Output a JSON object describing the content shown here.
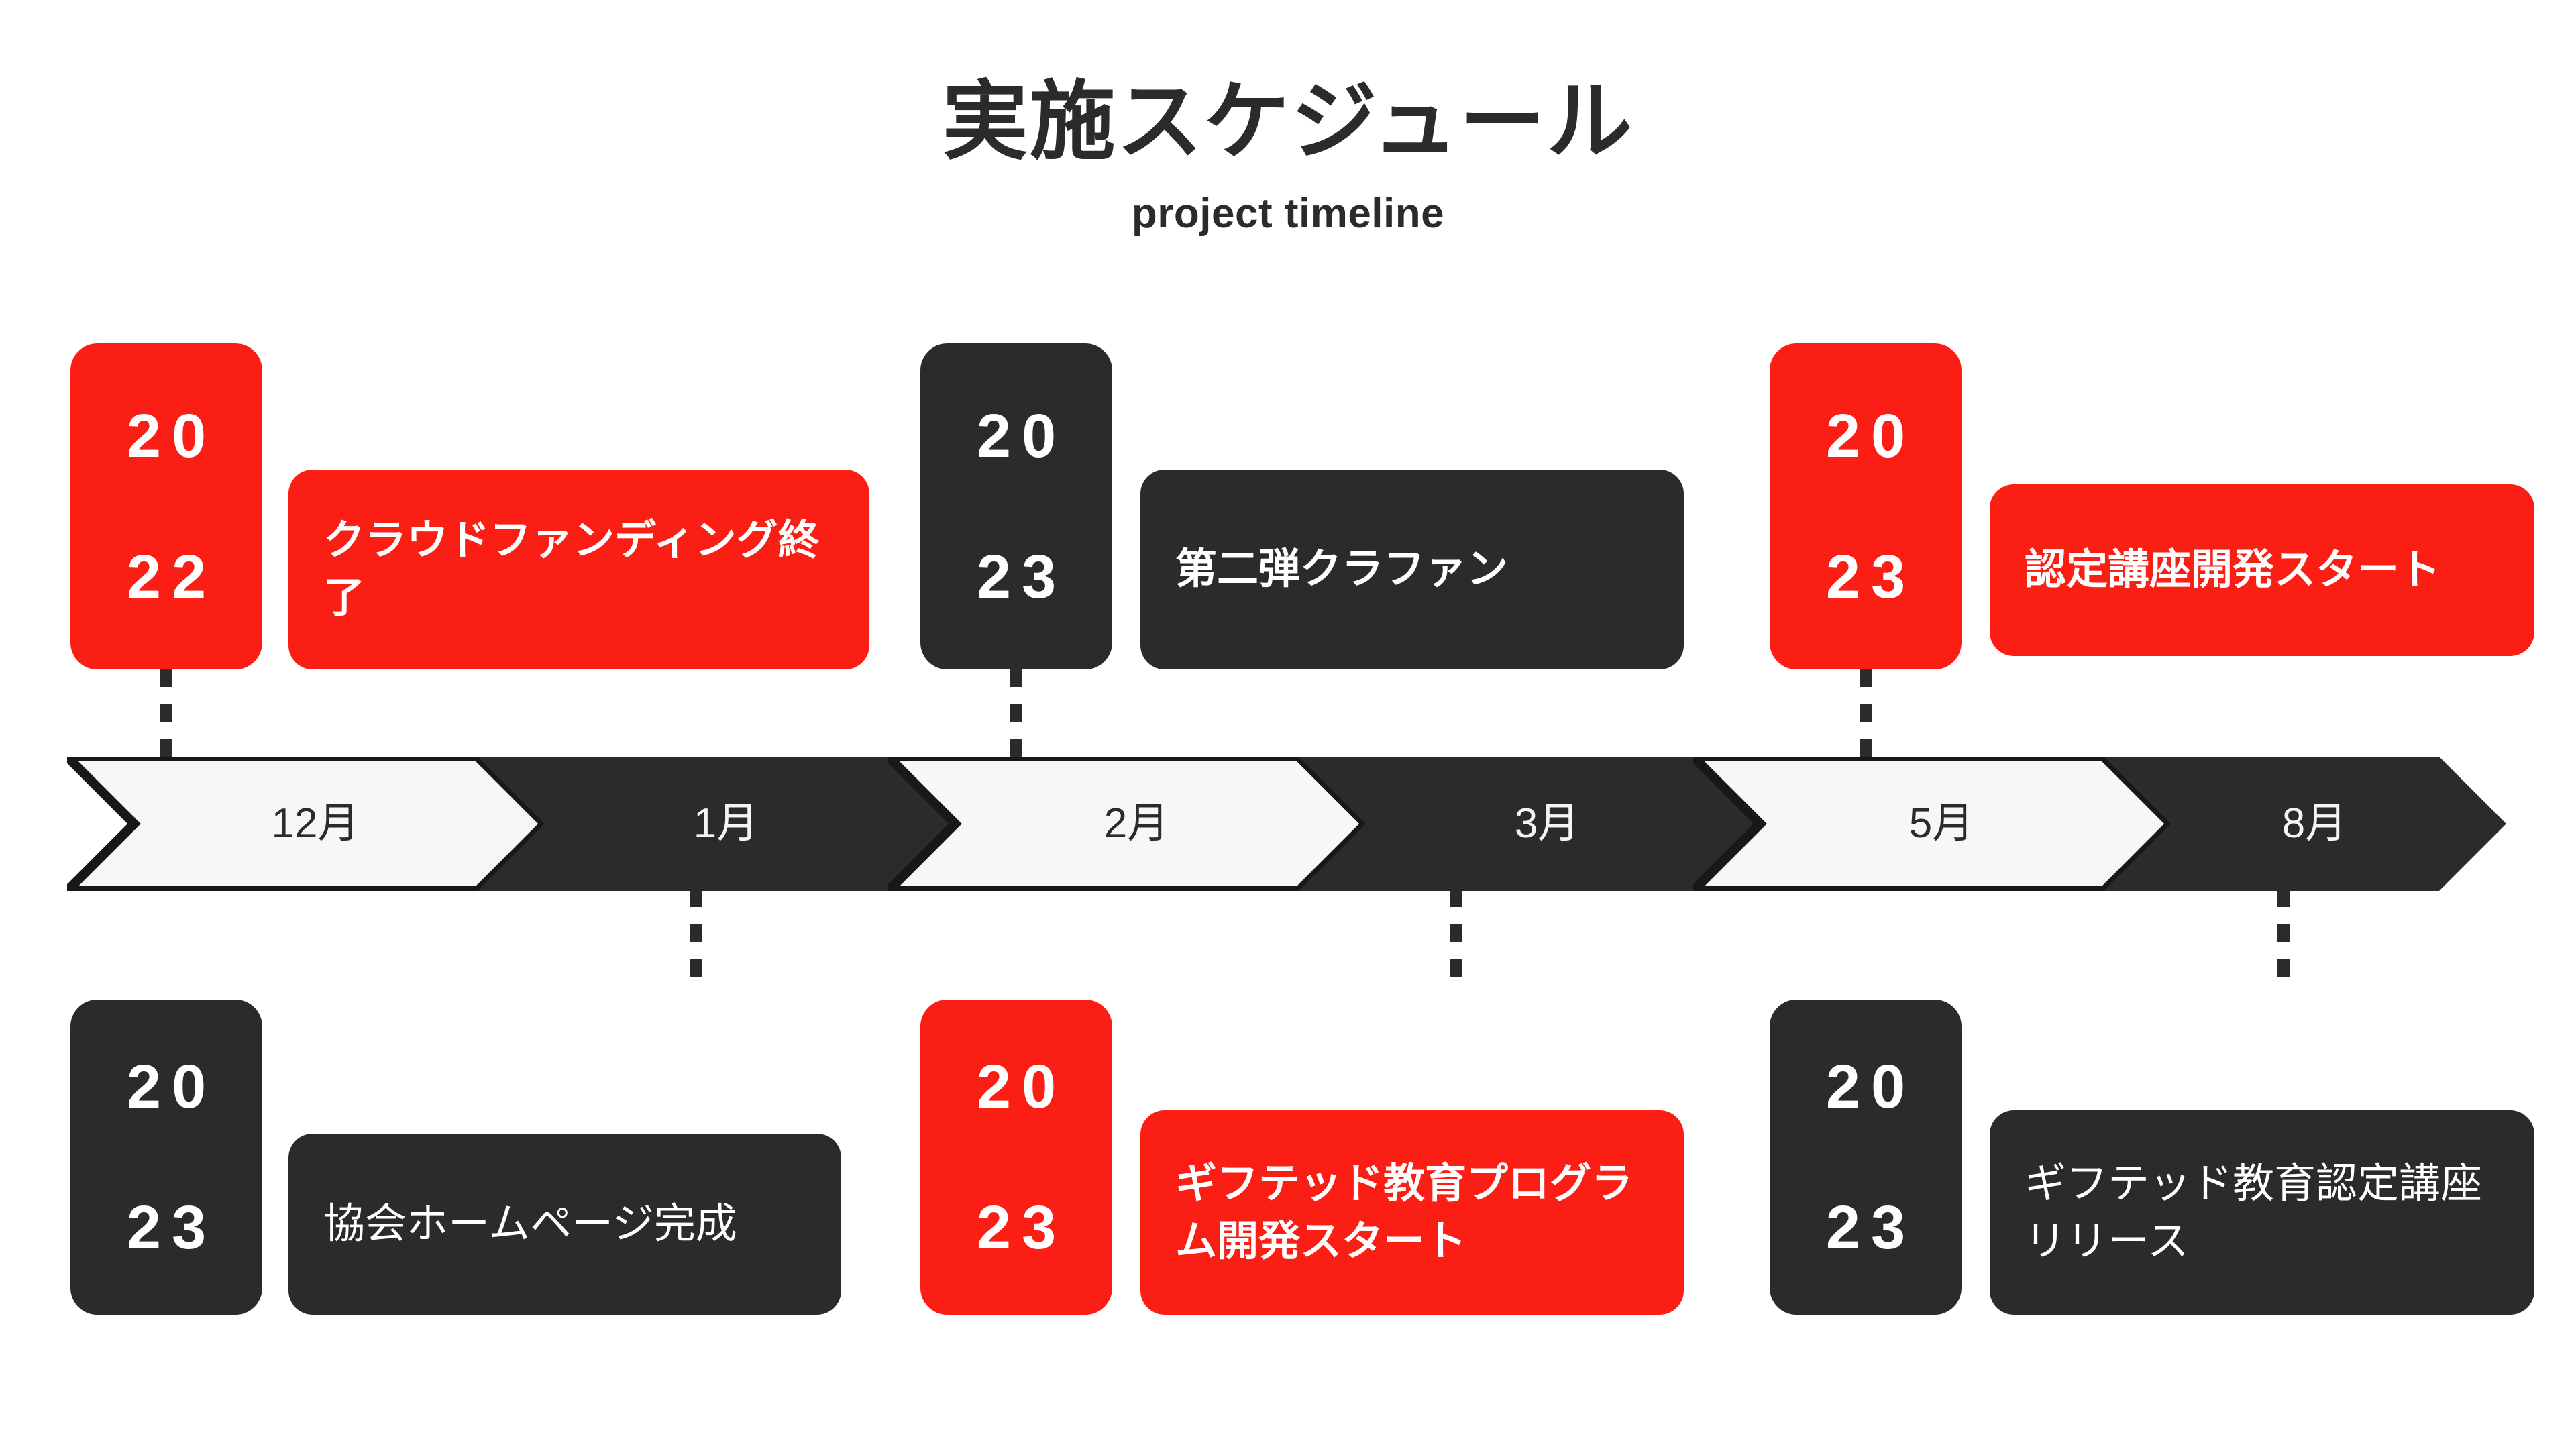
{
  "header": {
    "title": "実施スケジュール",
    "subtitle": "project timeline"
  },
  "colors": {
    "red": "#fa1e14",
    "dark": "#2b2b2b",
    "light": "#f7f7f7",
    "background": "#ffffff",
    "text_on_color": "#ffffff"
  },
  "timeline": {
    "months": [
      {
        "label": "12月",
        "style": "light"
      },
      {
        "label": "1月",
        "style": "dark"
      },
      {
        "label": "2月",
        "style": "light"
      },
      {
        "label": "3月",
        "style": "dark"
      },
      {
        "label": "5月",
        "style": "light"
      },
      {
        "label": "8月",
        "style": "dark"
      }
    ]
  },
  "milestones_top": [
    {
      "year_top": "20",
      "year_bottom": "22",
      "year": "2022",
      "label": "クラウドファンディング終了",
      "color": "red",
      "month": "12月"
    },
    {
      "year_top": "20",
      "year_bottom": "23",
      "year": "2023",
      "label": "第二弾クラファン",
      "color": "dark",
      "month": "2月"
    },
    {
      "year_top": "20",
      "year_bottom": "23",
      "year": "2023",
      "label": "認定講座開発スタート",
      "color": "red",
      "month": "5月"
    }
  ],
  "milestones_bottom": [
    {
      "year_top": "20",
      "year_bottom": "23",
      "year": "2023",
      "label": "協会ホームページ完成",
      "color": "dark",
      "month": "1月"
    },
    {
      "year_top": "20",
      "year_bottom": "23",
      "year": "2023",
      "label": "ギフテッド教育プログラム開発スタート",
      "color": "red",
      "month": "3月"
    },
    {
      "year_top": "20",
      "year_bottom": "23",
      "year": "2023",
      "label": "ギフテッド教育認定講座リリース",
      "color": "dark",
      "month": "8月"
    }
  ]
}
